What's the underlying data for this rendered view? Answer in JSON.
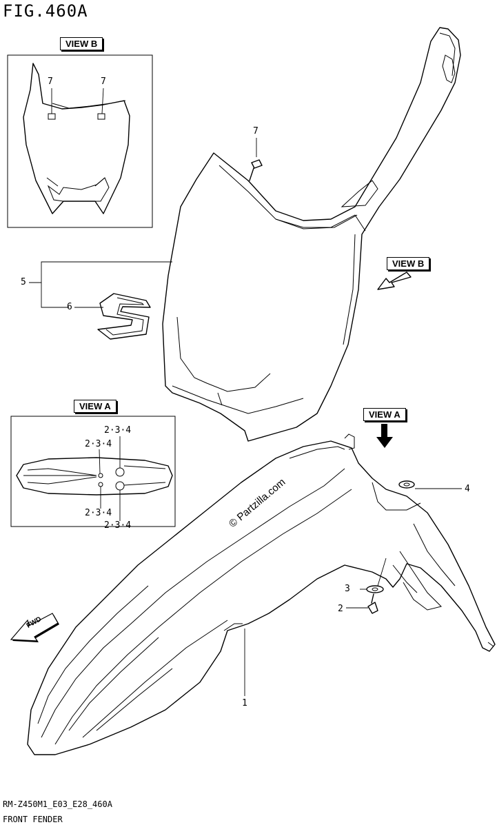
{
  "figure": {
    "title": "FIG.460A",
    "footer_code": "RM-Z450M1_E03_E28_460A",
    "footer_name": "FRONT FENDER"
  },
  "views": {
    "view_b_label": "VIEW B",
    "view_a_label": "VIEW A"
  },
  "callouts": {
    "c1": "1",
    "c2": "2",
    "c3": "3",
    "c4": "4",
    "c5": "5",
    "c6": "6",
    "c7a": "7",
    "c7b": "7",
    "c7c": "7",
    "c234a": "2·3·4",
    "c234b": "2·3·4",
    "c234c": "2·3·4",
    "c234d": "2·3·4"
  },
  "watermark": "© Partzilla.com",
  "direction_label": "FWD"
}
